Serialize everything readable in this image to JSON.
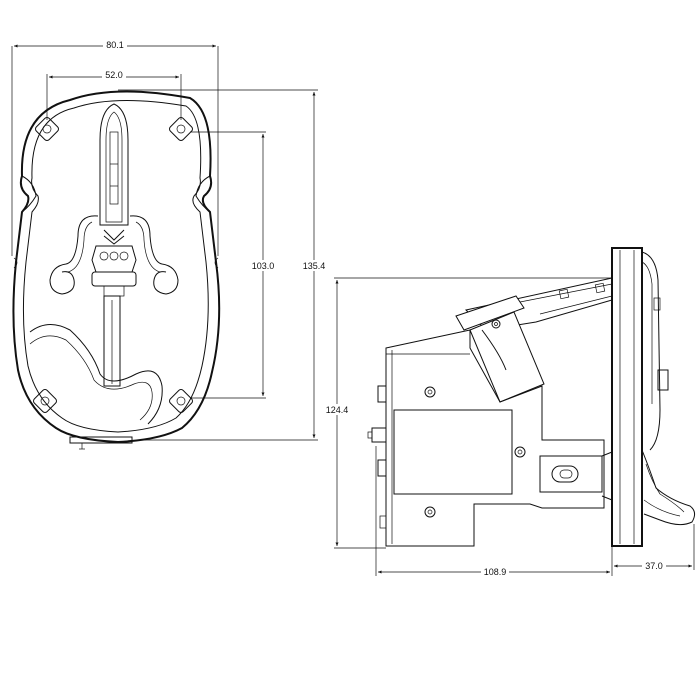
{
  "front_view": {
    "dim_overall_width": "80.1",
    "dim_mount_hole_spacing_horizontal": "52.0",
    "dim_mount_hole_spacing_vertical": "103.0",
    "dim_overall_height": "135.4"
  },
  "side_view": {
    "dim_overall_height": "124.4",
    "dim_body_depth": "108.9",
    "dim_bezel_depth": "37.0"
  },
  "colors": {
    "line": "#111111",
    "background": "#ffffff"
  }
}
